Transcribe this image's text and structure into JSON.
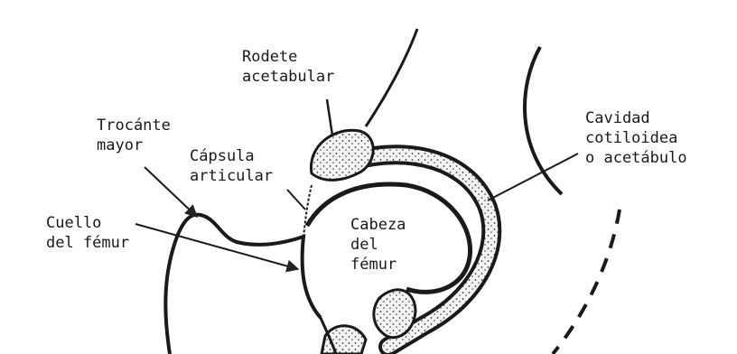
{
  "labels": {
    "rodete": [
      "Rodete",
      "acetabular"
    ],
    "trocante": [
      "Trocánte",
      "mayor"
    ],
    "capsula": [
      "Cápsula",
      "articular"
    ],
    "cavidad": [
      "Cavidad",
      "cotiloidea",
      "o acetábulo"
    ],
    "cuello": [
      "Cuello",
      "del fémur"
    ],
    "cabeza": [
      "Cabeza",
      "del",
      "fémur"
    ]
  }
}
